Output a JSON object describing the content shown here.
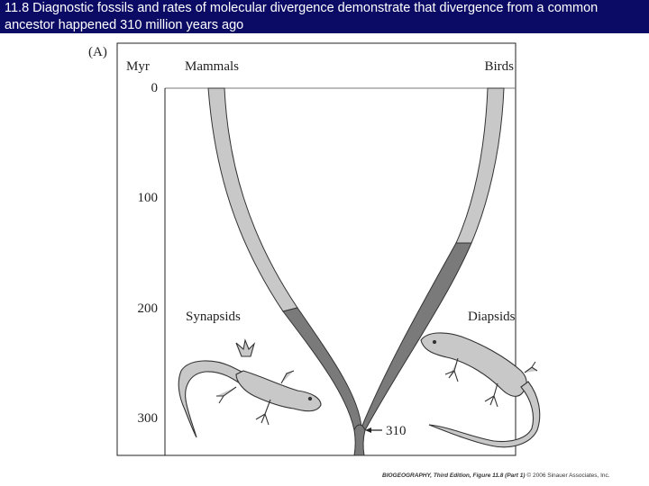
{
  "slide": {
    "title": "11.8 Diagnostic fossils and rates of molecular divergence demonstrate that divergence from a common ancestor happened 310 million years ago"
  },
  "figure": {
    "panel_label": "(A)",
    "axis_unit": "Myr",
    "ticks": [
      "0",
      "100",
      "200",
      "300"
    ],
    "branch_top_left": "Mammals",
    "branch_top_right": "Birds",
    "lineage_left": "Synapsids",
    "lineage_right": "Diapsids",
    "divergence_label": "310"
  },
  "credit": {
    "book": "BIOGEOGRAPHY, Third Edition, Figure 11.8 (Part 1)",
    "copyright": "© 2006 Sinauer Associates, Inc."
  },
  "colors": {
    "title_bar": "#0b0b66",
    "light_branch": "#c8c8c8",
    "dark_branch": "#7a7a7a",
    "lizard_fill": "#c8c8c8"
  }
}
